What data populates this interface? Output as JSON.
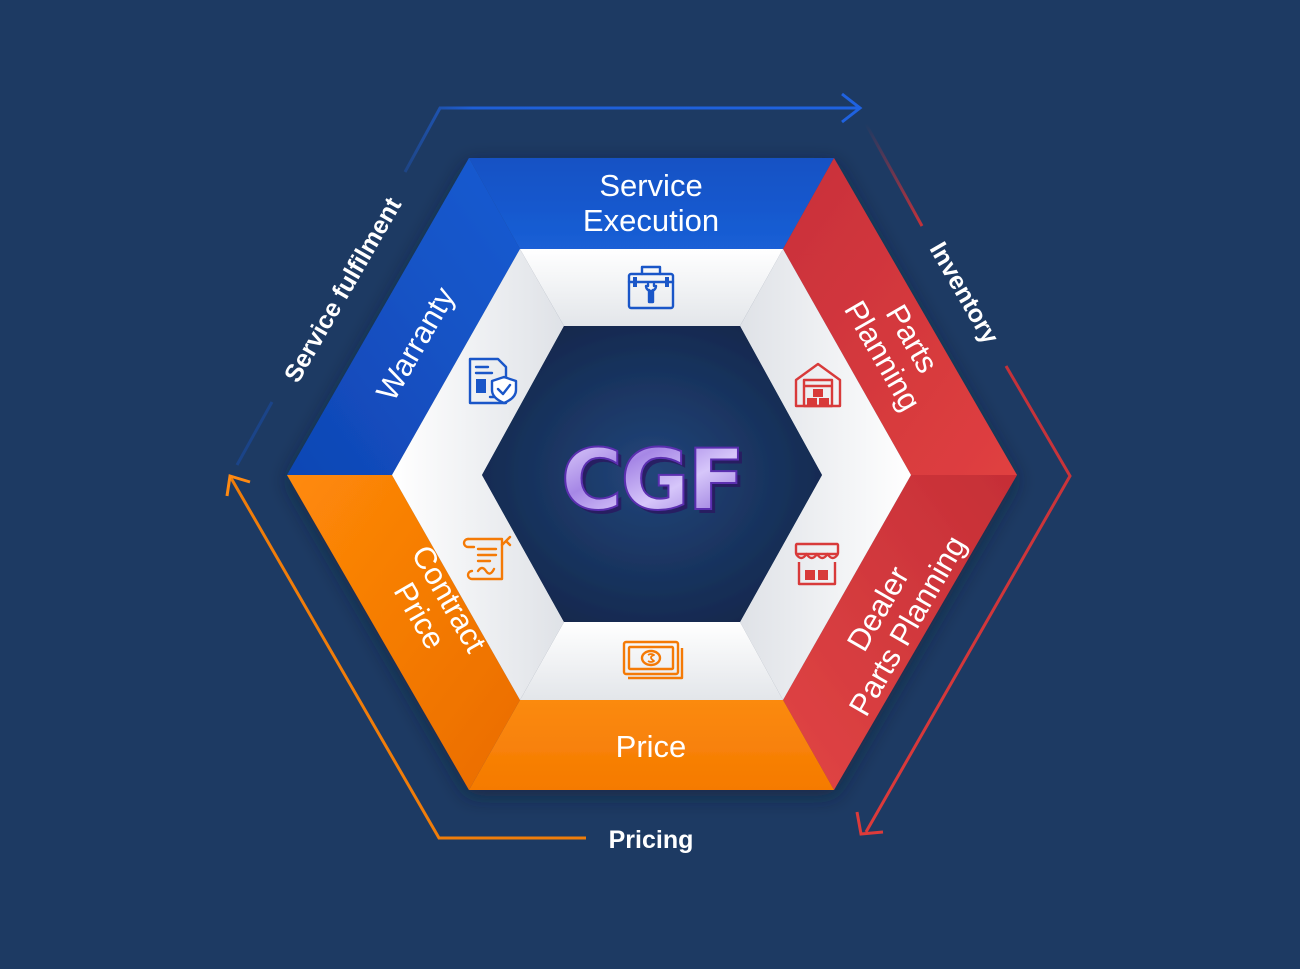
{
  "diagram": {
    "logo": "CGF",
    "segments": [
      {
        "label_lines": [
          "Service",
          "Execution"
        ],
        "icon": "toolbox-wrench-icon",
        "color": "#1655c8"
      },
      {
        "label_lines": [
          "Parts",
          "Planning"
        ],
        "icon": "warehouse-icon",
        "color": "#d83a3a"
      },
      {
        "label_lines": [
          "Dealer",
          "Parts Planning"
        ],
        "icon": "storefront-icon",
        "color": "#d83a3a"
      },
      {
        "label_lines": [
          "Price"
        ],
        "icon": "banknote-icon",
        "color": "#fb7f06"
      },
      {
        "label_lines": [
          "Contract",
          "Price"
        ],
        "icon": "contract-scroll-icon",
        "color": "#fb7f06"
      },
      {
        "label_lines": [
          "Warranty"
        ],
        "icon": "warranty-document-shield-icon",
        "color": "#1655c8"
      }
    ],
    "outer_labels": {
      "service_fulfilment": "Service fulfilment",
      "inventory": "Inventory",
      "pricing": "Pricing"
    },
    "colors": {
      "background": "#1d3a63",
      "blue": "#1655c8",
      "red": "#d83a3a",
      "orange": "#fb7f06",
      "white": "#ffffff"
    }
  }
}
